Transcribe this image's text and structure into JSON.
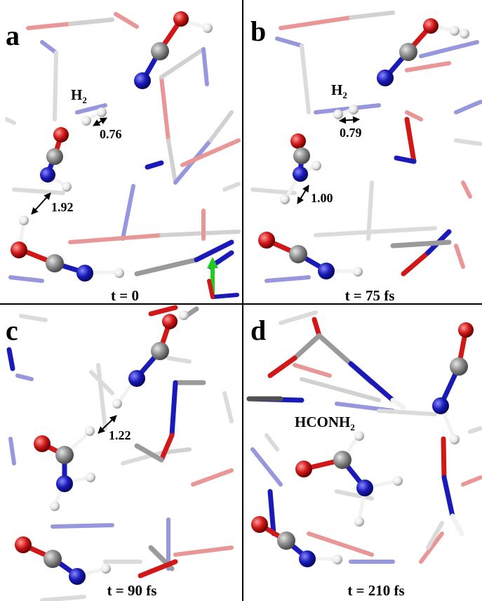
{
  "panels": [
    {
      "id": "a",
      "label": "a",
      "time": "t = 0",
      "h2_label": "H",
      "h2_sub": "2",
      "distances": [
        "0.76",
        "1.92"
      ]
    },
    {
      "id": "b",
      "label": "b",
      "time": "t = 75 fs",
      "h2_label": "H",
      "h2_sub": "2",
      "distances": [
        "0.79",
        "1.00"
      ]
    },
    {
      "id": "c",
      "label": "c",
      "time": "t = 90 fs",
      "distances": [
        "1.22"
      ]
    },
    {
      "id": "d",
      "label": "d",
      "time": "t = 210 fs",
      "molecule_label": "HCONH",
      "molecule_sub": "2"
    }
  ],
  "colors": {
    "carbon": "#8c8c8c",
    "oxygen": "#d01818",
    "nitrogen": "#1a1ab8",
    "hydrogen": "#f2f2f2",
    "axis_green": "#22cc22",
    "axis_blue": "#1a1ab8",
    "axis_red": "#d01818"
  }
}
